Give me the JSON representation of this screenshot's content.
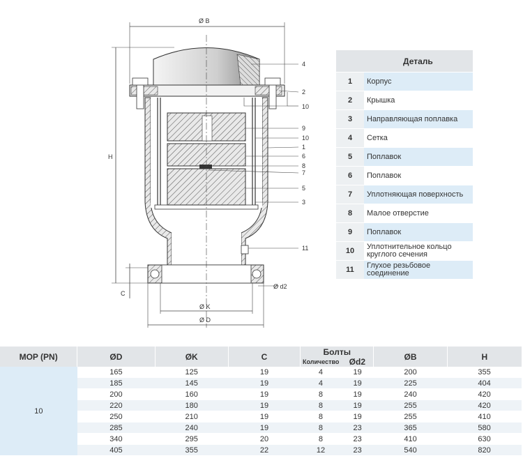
{
  "drawing": {
    "dim_b": "Ø B",
    "dim_h": "H",
    "dim_c": "C",
    "dim_k": "Ø K",
    "dim_d": "Ø D",
    "dim_d2": "Ø d2",
    "callouts": [
      "4",
      "2",
      "10",
      "9",
      "10",
      "1",
      "6",
      "8",
      "7",
      "5",
      "3",
      "11"
    ]
  },
  "parts_table": {
    "header": "Деталь",
    "rows": [
      {
        "num": "1",
        "desc": "Корпус"
      },
      {
        "num": "2",
        "desc": "Крышка"
      },
      {
        "num": "3",
        "desc": "Направляющая поплавка"
      },
      {
        "num": "4",
        "desc": "Сетка"
      },
      {
        "num": "5",
        "desc": "Поплавок"
      },
      {
        "num": "6",
        "desc": "Поплавок"
      },
      {
        "num": "7",
        "desc": "Уплотняющая поверхность"
      },
      {
        "num": "8",
        "desc": "Малое отверстие"
      },
      {
        "num": "9",
        "desc": "Поплавок"
      },
      {
        "num": "10",
        "desc": "Уплотнительное кольцо круглого сечения"
      },
      {
        "num": "11",
        "desc": "Глухое резьбовое соединение"
      }
    ]
  },
  "dims_table": {
    "headers": {
      "mop": "MOP (PN)",
      "d": "ØD",
      "k": "ØK",
      "c": "C",
      "bolts": "Болты",
      "qty": "Количество",
      "d2": "Ød2",
      "b": "ØB",
      "h": "H"
    },
    "pn": "10",
    "rows": [
      [
        "165",
        "125",
        "19",
        "4",
        "19",
        "200",
        "355"
      ],
      [
        "185",
        "145",
        "19",
        "4",
        "19",
        "225",
        "404"
      ],
      [
        "200",
        "160",
        "19",
        "8",
        "19",
        "240",
        "420"
      ],
      [
        "220",
        "180",
        "19",
        "8",
        "19",
        "255",
        "420"
      ],
      [
        "250",
        "210",
        "19",
        "8",
        "19",
        "255",
        "410"
      ],
      [
        "285",
        "240",
        "19",
        "8",
        "23",
        "365",
        "580"
      ],
      [
        "340",
        "295",
        "20",
        "8",
        "23",
        "410",
        "630"
      ],
      [
        "405",
        "355",
        "22",
        "12",
        "23",
        "540",
        "820"
      ]
    ]
  }
}
